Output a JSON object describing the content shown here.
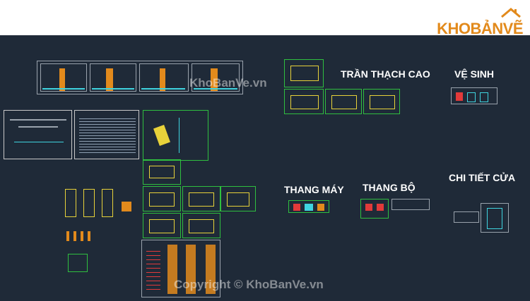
{
  "header": {
    "logo_text": "KHOBẢNVẼ"
  },
  "labels": {
    "tran_thach_cao": "TRẦN THẠCH CAO",
    "ve_sinh": "VỆ SINH",
    "thang_may": "THANG MÁY",
    "thang_bo": "THANG BỘ",
    "chi_tiet_cua": "CHI TIẾT CỬA"
  },
  "watermarks": {
    "center": "KhoBanVe.vn",
    "copyright": "Copyright © KhoBanVe.vn"
  },
  "colors": {
    "canvas_bg": "#1f2a38",
    "logo_orange": "#e28a1c",
    "cad_green": "#2fbf3f",
    "cad_cyan": "#3fd4e0",
    "cad_red": "#e23a3a",
    "cad_yellow": "#e8d23a"
  }
}
